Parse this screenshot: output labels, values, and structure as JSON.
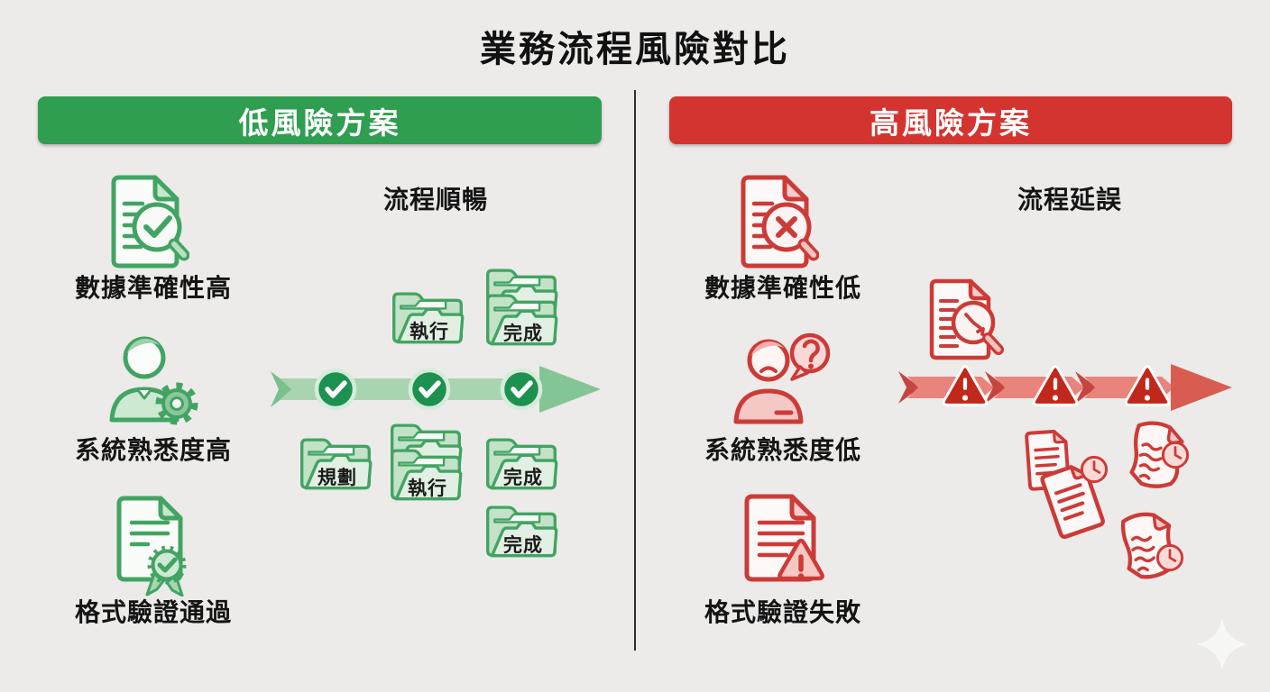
{
  "title": "業務流程風險對比",
  "left_panel": {
    "header": "低風險方案",
    "flow_label": "流程順暢",
    "factors": [
      {
        "icon": "document-magnifier-check-icon",
        "label": "數據準確性高"
      },
      {
        "icon": "user-gear-icon",
        "label": "系統熟悉度高"
      },
      {
        "icon": "document-ribbon-check-icon",
        "label": "格式驗證通過"
      }
    ],
    "stages_above_arrow": [
      {
        "label": "執行",
        "stacked": false
      },
      {
        "label": "完成",
        "stacked": true
      }
    ],
    "stages_below_arrow": [
      {
        "label": "規劃",
        "stacked": false
      },
      {
        "label": "執行",
        "stacked": true
      },
      {
        "label": "完成",
        "stacked": false
      },
      {
        "label": "完成",
        "stacked": false
      }
    ],
    "checkpoint_count": 3
  },
  "right_panel": {
    "header": "高風險方案",
    "flow_label": "流程延誤",
    "factors": [
      {
        "icon": "document-magnifier-x-icon",
        "label": "數據準確性低"
      },
      {
        "icon": "user-question-icon",
        "label": "系統熟悉度低"
      },
      {
        "icon": "document-warning-icon",
        "label": "格式驗證失敗"
      }
    ],
    "warning_count": 3,
    "delayed_document_count": 4
  },
  "colors": {
    "background": "#ecebe9",
    "green_header": "#2f9e50",
    "green_stroke": "#42a463",
    "green_fill_light": "#c3e2c8",
    "green_arrow_band": "#a8d5af",
    "green_checkpoint": "#1d9150",
    "red_header": "#d43430",
    "red_stroke": "#cc3b38",
    "red_fill_light": "#f6c7c3",
    "red_arrow_band": "#e8847c",
    "red_warning": "#c2271b",
    "text": "#141414"
  }
}
